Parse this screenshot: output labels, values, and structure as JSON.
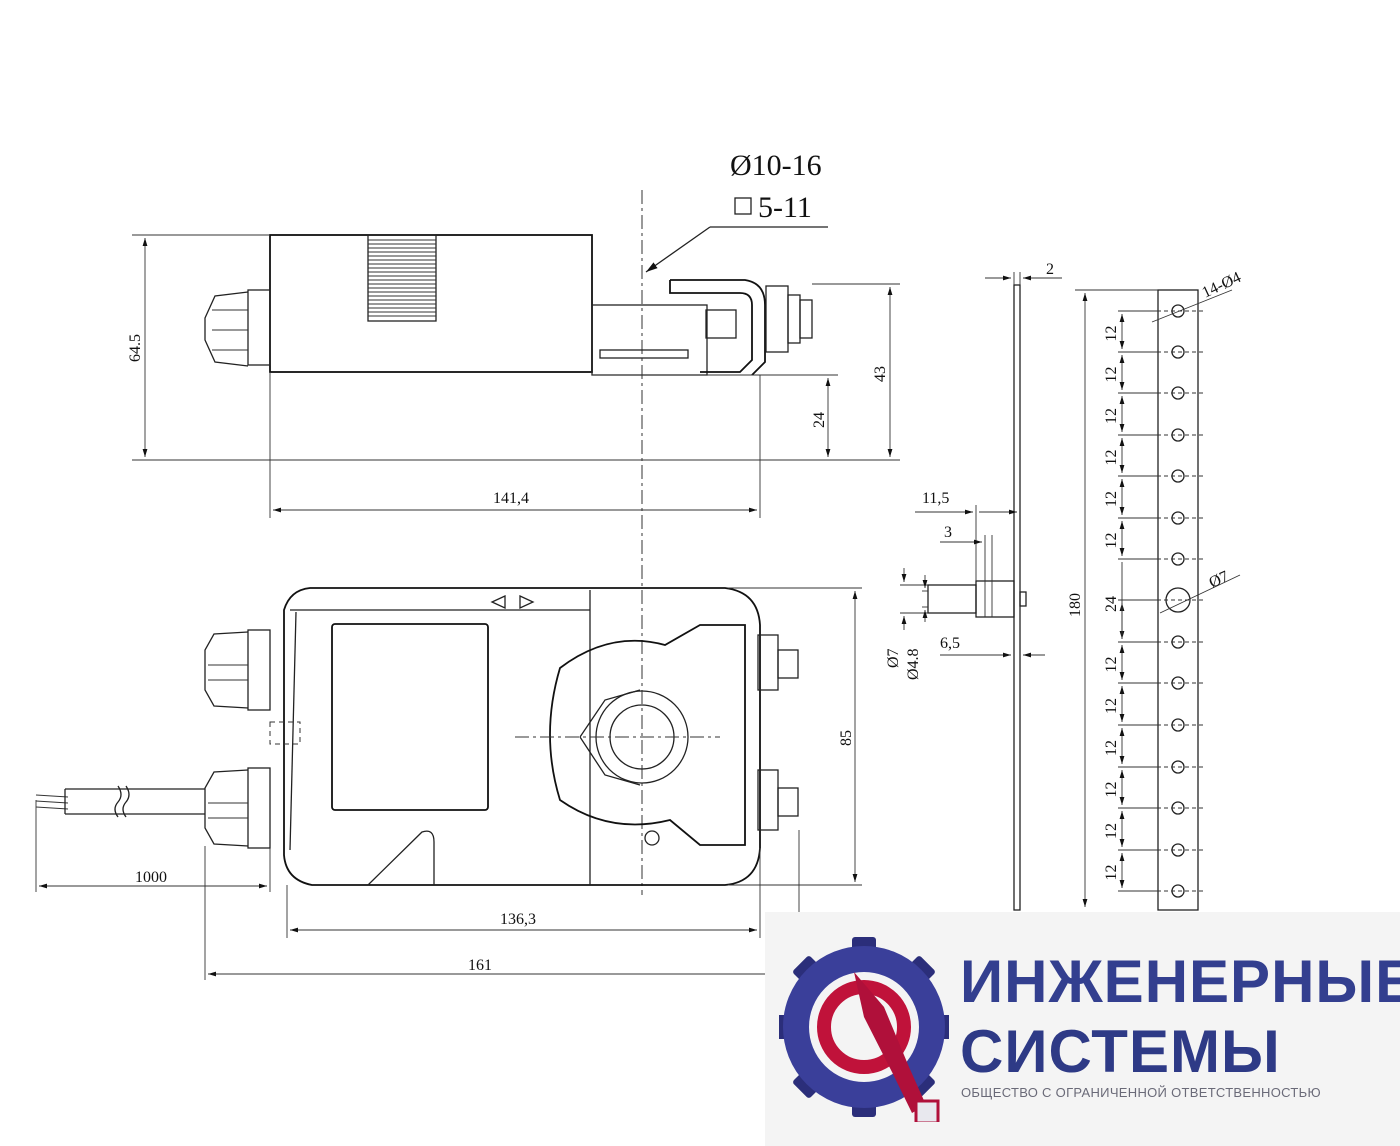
{
  "drawing": {
    "shaft_diameter": "Ø10-16",
    "shaft_square": "5-11",
    "top_view": {
      "height_total": "64.5",
      "height_clamp": "43",
      "height_shaft": "24",
      "length": "141,4"
    },
    "front_view": {
      "height": "85",
      "cable_length": "1000",
      "body_length": "136,3",
      "total_length": "161"
    },
    "bracket_side": {
      "thickness": "2",
      "offset_a": "11,5",
      "offset_b": "3",
      "offset_c": "6,5",
      "dia_outer": "Ø7",
      "dia_inner": "Ø4.8"
    },
    "bracket_strip": {
      "holes": "14-Ø4",
      "center_hole": "Ø7",
      "length": "180",
      "pitch": "12",
      "center_pitch": "24"
    }
  },
  "logo": {
    "title_line1": "ИНЖЕНЕРНЫЕ",
    "title_line2": "СИСТЕМЫ",
    "subtitle": "ОБЩЕСТВО С ОГРАНИЧЕННОЙ ОТВЕТСТВЕННОСТЬЮ",
    "colors": {
      "primary": "#333f8f",
      "accent": "#c0123a",
      "gear_dark": "#2b2e7a"
    }
  }
}
